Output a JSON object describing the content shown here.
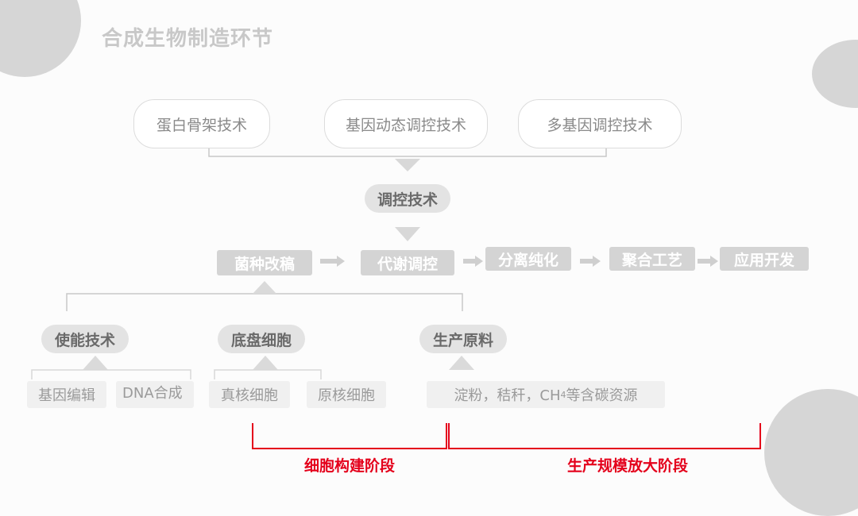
{
  "title": "合成生物制造环节",
  "top_techniques": [
    "蛋白骨架技术",
    "基因动态调控技术",
    "多基因调控技术"
  ],
  "control_tech": "调控技术",
  "pipeline": [
    "菌种改稿",
    "代谢调控",
    "分离纯化",
    "聚合工艺",
    "应用开发"
  ],
  "support": [
    "使能技术",
    "底盘细胞",
    "生产原料"
  ],
  "leaves": {
    "enabling": [
      "基因编辑",
      "DNA合成"
    ],
    "chassis": [
      "真核细胞",
      "原核细胞"
    ],
    "materials_prefix": "淀粉，秸秆，CH",
    "materials_sub": "4",
    "materials_suffix": "等含碳资源"
  },
  "stages": [
    "细胞构建阶段",
    "生产规模放大阶段"
  ],
  "colors": {
    "stage_red": "#e4001b",
    "box_gray": "#d4d4d4",
    "pill_gray": "#e3e3e3"
  }
}
